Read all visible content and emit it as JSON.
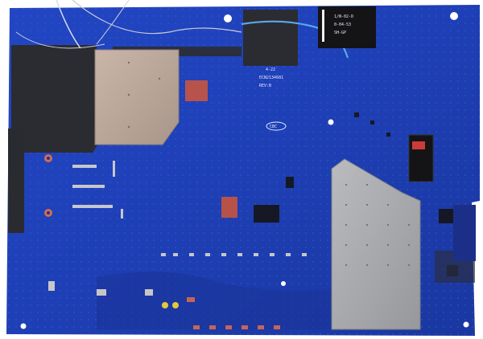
{
  "image": {
    "subject": "pcb-board-top-view",
    "colors": {
      "board": "#1f3fb8",
      "board_dark": "#17308f",
      "board_light": "#2e55d6",
      "shield": "#b8a69a",
      "shield_gray": "#a7a9ad",
      "tape": "#2a2a2e",
      "wire": "#5aa7e6",
      "copper_pad": "#d06a55",
      "solder": "#d9d6cc"
    }
  },
  "labels": {
    "sticker_text_1": "1/N-02-D",
    "sticker_text_2": "0-04-53",
    "sticker_text_3": "SH-GP",
    "silk_cbc": "CBC",
    "silk_board_id": "ECN2134681",
    "silk_rev": "REV:B",
    "silk_date": "4-22"
  }
}
